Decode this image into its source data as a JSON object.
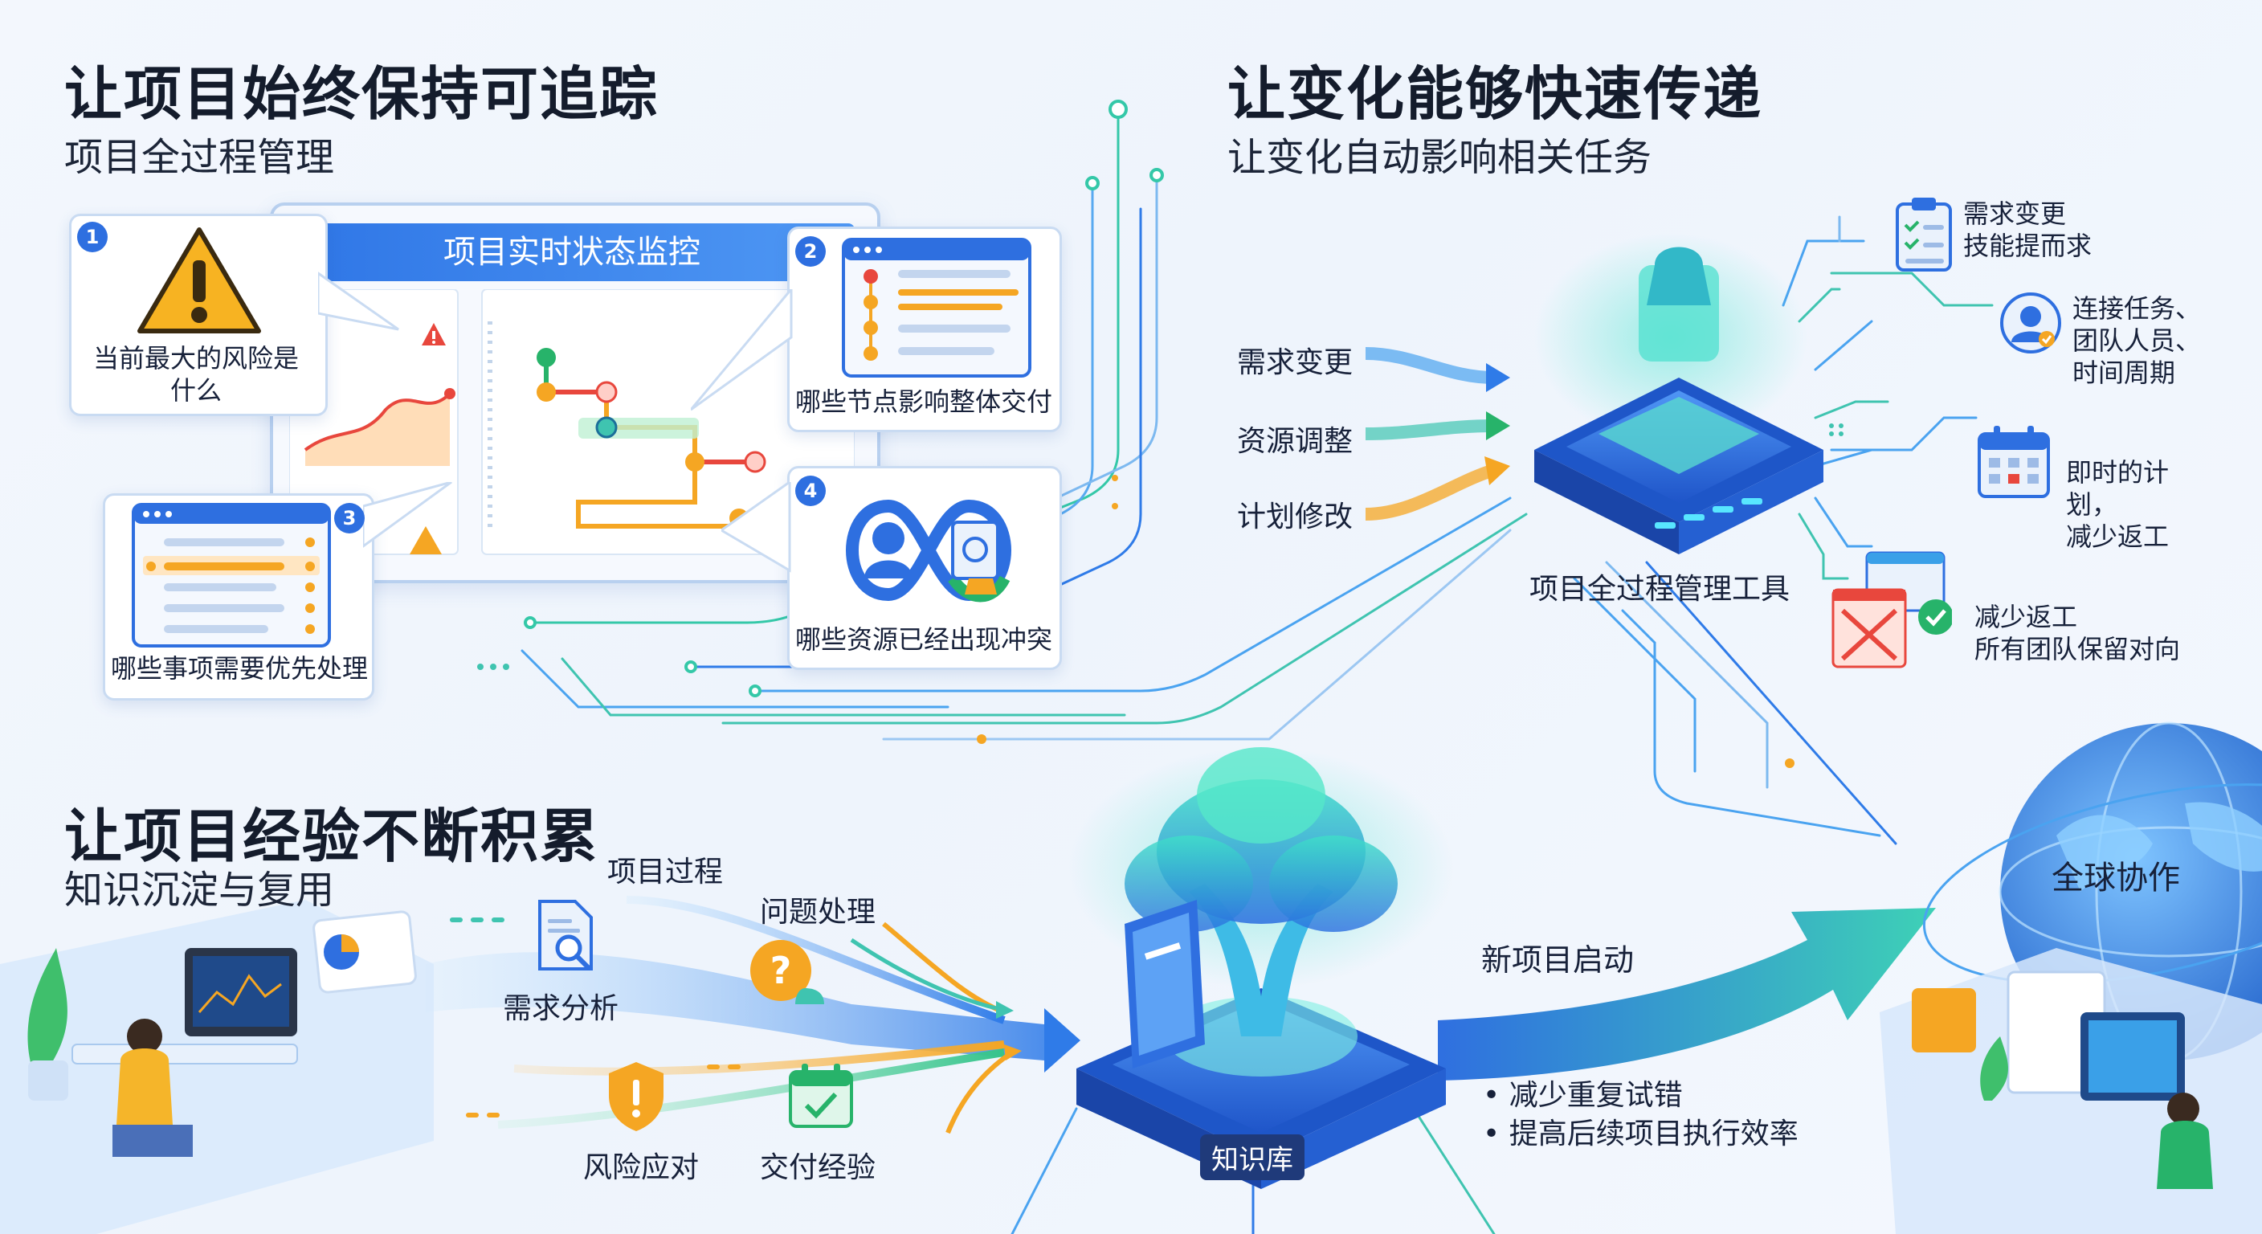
{
  "sections": {
    "tracking": {
      "title": "让项目始终保持可追踪",
      "subtitle": "项目全过程管理"
    },
    "change": {
      "title": "让变化能够快速传递",
      "subtitle": "让变化自动影响相关任务"
    },
    "experience": {
      "title": "让项目经验不断积累",
      "subtitle": "知识沉淀与复用"
    }
  },
  "monitor": {
    "title": "项目实时状态监控",
    "callouts": [
      {
        "num": "1",
        "text": "当前最大的风险是什么"
      },
      {
        "num": "2",
        "text": "哪些节点影响整体交付"
      },
      {
        "num": "3",
        "text": "哪些事项需要优先处理"
      },
      {
        "num": "4",
        "text": "哪些资源已经出现冲突"
      }
    ]
  },
  "change_flow": {
    "inputs": [
      "需求变更",
      "资源调整",
      "计划修改"
    ],
    "tool_label": "项目全过程管理工具",
    "outputs": [
      {
        "icon": "clipboard-icon",
        "line1": "需求变更",
        "line2": "技能提而求"
      },
      {
        "icon": "team-member-icon",
        "line1": "连接任务、",
        "line2": "团队人员、",
        "line3": "时间周期"
      },
      {
        "icon": "calendar-icon",
        "line1": "即时的计",
        "line2": "划，",
        "line3": "减少返工"
      },
      {
        "icon": "check-window-icon",
        "line1": "减少返工",
        "line2": "所有团队保留对向"
      }
    ]
  },
  "knowledge_flow": {
    "nodes": [
      "项目过程",
      "问题处理",
      "需求分析",
      "风险应对",
      "交付经验"
    ],
    "kb_label": "知识库",
    "new_project": "新项目启动",
    "benefits": [
      "减少重复试错",
      "提高后续项目执行效率"
    ],
    "global_label": "全球协作"
  },
  "colors": {
    "primary_blue": "#2e6fe0",
    "teal": "#28c7b6",
    "orange": "#f5a623",
    "red": "#e8473d",
    "green": "#27b36a",
    "text": "#16233b"
  }
}
